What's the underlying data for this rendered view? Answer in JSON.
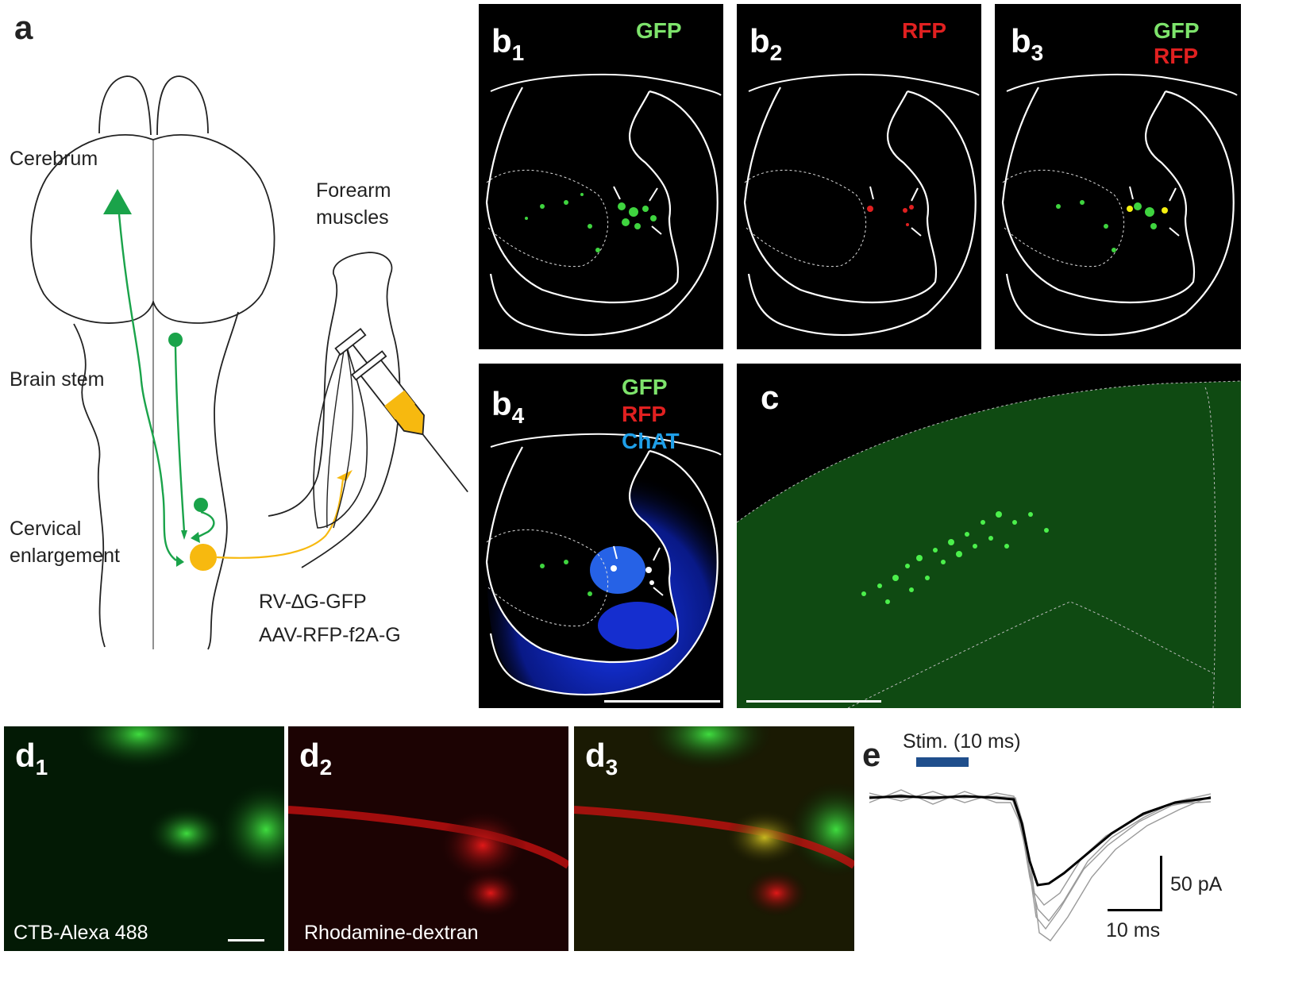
{
  "panel_a": {
    "label": "a",
    "cerebrum": "Cerebrum",
    "brain_stem": "Brain stem",
    "cervical_line1": "Cervical",
    "cervical_line2": "enlargement",
    "forearm_line1": "Forearm",
    "forearm_line2": "muscles",
    "virus1": "RV-∆G-GFP",
    "virus2": "AAV-RFP-f2A-G"
  },
  "panel_b1": {
    "label_main": "b",
    "label_sub": "1",
    "channels": [
      "GFP"
    ]
  },
  "panel_b2": {
    "label_main": "b",
    "label_sub": "2",
    "channels": [
      "RFP"
    ]
  },
  "panel_b3": {
    "label_main": "b",
    "label_sub": "3",
    "channels": [
      "GFP",
      "RFP"
    ]
  },
  "panel_b4": {
    "label_main": "b",
    "label_sub": "4",
    "channels": [
      "GFP",
      "RFP",
      "ChAT"
    ]
  },
  "panel_c": {
    "label": "c"
  },
  "panel_d1": {
    "label_main": "d",
    "label_sub": "1",
    "caption": "CTB-Alexa 488"
  },
  "panel_d2": {
    "label_main": "d",
    "label_sub": "2",
    "caption": "Rhodamine-dextran"
  },
  "panel_d3": {
    "label_main": "d",
    "label_sub": "3"
  },
  "panel_e": {
    "label": "e",
    "stim": "Stim. (10 ms)",
    "scale_y": "50 pA",
    "scale_x": "10 ms"
  },
  "colors": {
    "gfp": "#7de36b",
    "rfp": "#e02020",
    "chat": "#1f9fe8",
    "green_neuron": "#1aa34a",
    "motor_neuron": "#f7b90f",
    "stim_bar": "#1f4e8c"
  }
}
